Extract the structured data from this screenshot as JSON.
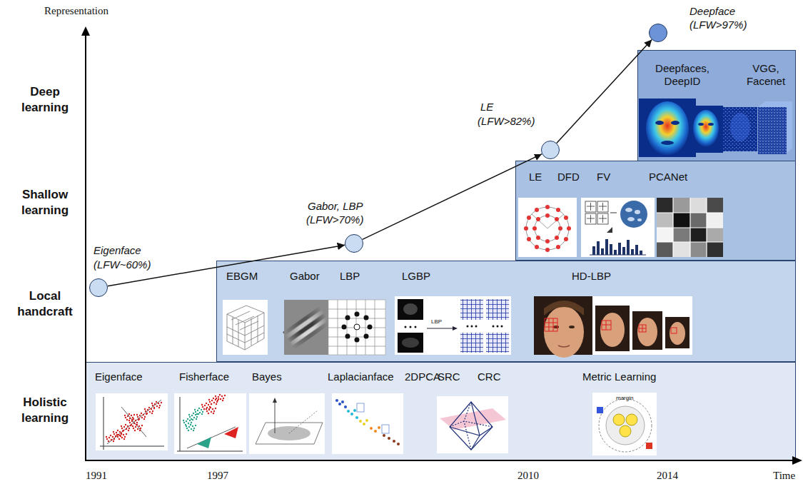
{
  "diagram": {
    "nodes": [
      {
        "text": [
          "Deepfaces, DeepID",
          "VGG, Facenet"
        ]
      },
      {
        "text": [
          "LE",
          "DFD",
          "FV",
          "PCANet"
        ]
      },
      {
        "text": [
          "EBGM",
          "Gabor",
          "LBP",
          "LGBP",
          "HD-LBP"
        ]
      },
      {
        "text": [
          "Eigenface",
          "Fisherface",
          "Bayes",
          "Laplacianface",
          "2DPCA",
          "SRC",
          "CRC",
          "Metric Learning"
        ]
      },
      {
        "text": [
          "Eigenface",
          "(LFW~60%)"
        ]
      },
      {
        "text": [
          "Gabor, LBP",
          "(LFW>70%)"
        ]
      },
      {
        "text": [
          "LE",
          "(LFW>82%)"
        ]
      },
      {
        "text": [
          "Deepface",
          "(LFW>97%)"
        ]
      }
    ],
    "edges": [
      {
        "from": 4,
        "to": 5,
        "arrow": "to"
      },
      {
        "from": 5,
        "to": 6,
        "arrow": "to"
      },
      {
        "from": 6,
        "to": 7,
        "arrow": "to"
      }
    ],
    "labels": [
      "Representation",
      "Deep learning",
      "Shallow learning",
      "Local handcraft",
      "Holistic learning",
      "1991",
      "1997",
      "2010",
      "2014",
      "Time",
      "LBP",
      "margin"
    ]
  }
}
